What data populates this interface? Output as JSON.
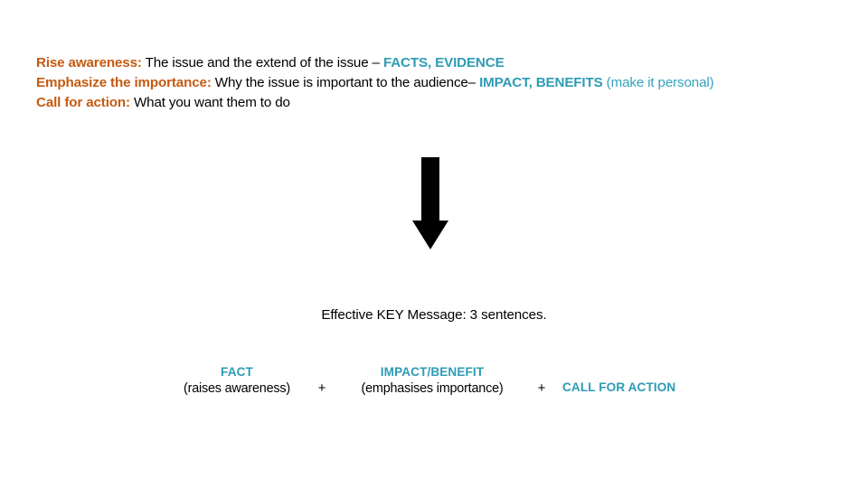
{
  "slide": {
    "background_color": "#FFFFFF",
    "accent_orange": "#C55A11",
    "accent_teal": "#2E9BB5",
    "body_color": "#000000"
  },
  "intro": {
    "line1": {
      "label": "Rise awareness:",
      "body": " The issue and the extend of the issue – ",
      "emphasis": "FACTS, EVIDENCE",
      "tail": ""
    },
    "line2": {
      "label": "Emphasize the importance:",
      "body": " Why the issue is important to the audience– ",
      "emphasis": "IMPACT, BENEFITS",
      "tail": " (make it personal)"
    },
    "line3": {
      "label": "Call for action:",
      "body": " What you want them to do",
      "emphasis": "",
      "tail": ""
    }
  },
  "arrow": {
    "name": "down-arrow",
    "direction": "down",
    "color": "#000000"
  },
  "key_message": {
    "text": "Effective KEY Message: 3 sentences."
  },
  "formula": {
    "terms": [
      {
        "title": "FACT",
        "subtitle": "(raises awareness)"
      },
      {
        "title": "IMPACT/BENEFIT",
        "subtitle": "(emphasises importance)"
      },
      {
        "title": "CALL FOR ACTION",
        "subtitle": ""
      }
    ],
    "operators": [
      "+",
      "+"
    ]
  }
}
